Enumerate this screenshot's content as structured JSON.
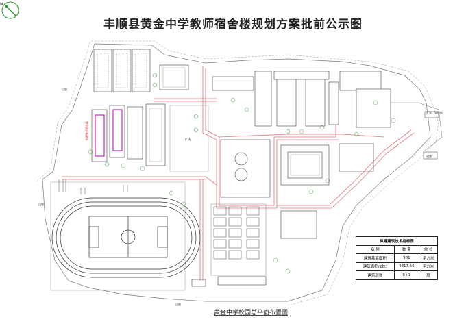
{
  "title": "丰顺县黄金中学教师宿舍楼规划方案批前公示图",
  "caption": "黄金中学校园总平面布置图",
  "table": {
    "title": "拟建建筑技术指标表",
    "headers": [
      "名 称",
      "数 量",
      "单 位"
    ],
    "rows": [
      [
        "建筑基底面积",
        "981",
        "平方米"
      ],
      [
        "建筑面积(2栋)",
        "4817.56",
        "平方米"
      ],
      [
        "建筑层数",
        "5+1",
        "层"
      ]
    ]
  },
  "north_label": "N",
  "labels": {
    "hill_left_top": "山坡",
    "hill_left_bottom": "山坡",
    "hill_bottom": "山坡",
    "plaza": "广场",
    "road_label_1": "广安、学校街",
    "road_label_2": "道路",
    "proposed_dorm": "拟建教师宿舍楼"
  },
  "colors": {
    "road": "#e07070",
    "building": "#444444",
    "proposed": "#d020d0",
    "tree": "#3a9a3a",
    "accent_table_border": "#222222"
  }
}
